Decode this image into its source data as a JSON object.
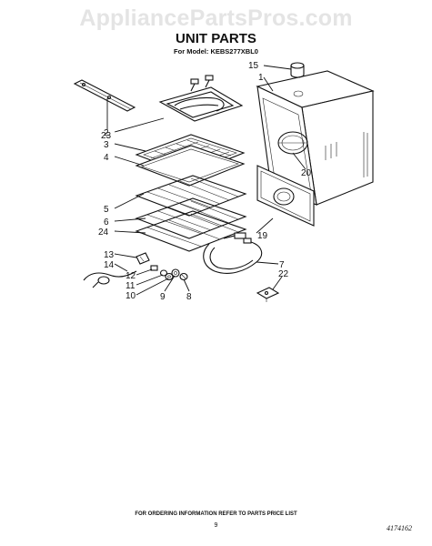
{
  "watermark": "AppliancePartsPros.com",
  "title": "UNIT PARTS",
  "model_line": "For Model: KEBS277XBL0",
  "footer_note": "FOR ORDERING INFORMATION REFER TO PARTS PRICE LIST",
  "page_number": "9",
  "document_number": "4174162",
  "callouts": {
    "c1": "1",
    "c2": "2",
    "c3": "3",
    "c4": "4",
    "c5": "5",
    "c6": "6",
    "c7": "7",
    "c8": "8",
    "c9": "9",
    "c10": "10",
    "c11": "11",
    "c12": "12",
    "c13": "13",
    "c14": "14",
    "c15": "15",
    "c19": "19",
    "c20": "20",
    "c22": "22",
    "c23": "23",
    "c24": "24"
  }
}
